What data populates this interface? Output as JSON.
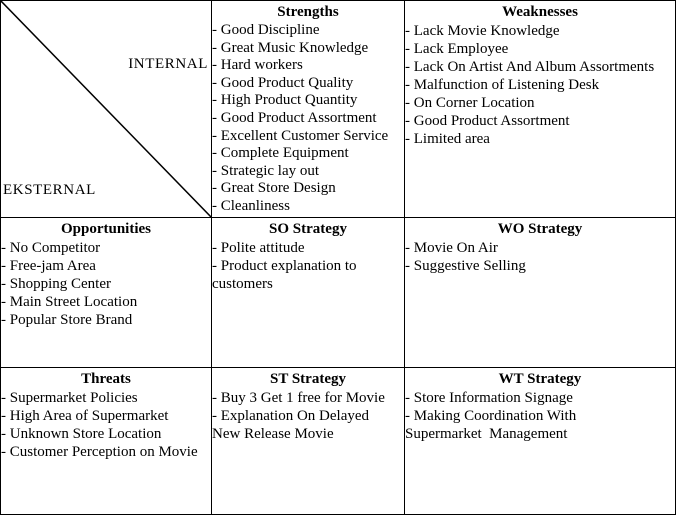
{
  "colors": {
    "border": "#000000",
    "background": "#ffffff",
    "text": "#000000"
  },
  "matrix": {
    "internal_label": "INTERNAL",
    "external_label": "EKSTERNAL",
    "strengths": {
      "title": "Strengths",
      "items": [
        "- Good Discipline",
        "- Great Music Knowledge",
        "- Hard workers",
        "- Good Product Quality",
        "- High Product Quantity",
        "- Good Product Assortment",
        "- Excellent Customer Service",
        "- Complete Equipment",
        "- Strategic lay out",
        "- Great Store Design",
        "- Cleanliness"
      ]
    },
    "weaknesses": {
      "title": "Weaknesses",
      "items": [
        "- Lack Movie Knowledge",
        "- Lack Employee",
        "- Lack On Artist And Album Assortments",
        "- Malfunction of Listening Desk",
        "- On Corner Location",
        "- Good Product Assortment",
        "- Limited area"
      ]
    },
    "opportunities": {
      "title": "Opportunities",
      "items": [
        "- No Competitor",
        "- Free-jam Area",
        "- Shopping Center",
        "- Main Street Location",
        "- Popular Store Brand"
      ]
    },
    "so_strategy": {
      "title": "SO Strategy",
      "items": [
        "- Polite attitude",
        "- Product explanation to\ncustomers"
      ]
    },
    "wo_strategy": {
      "title": "WO Strategy",
      "items": [
        "- Movie On Air",
        "- Suggestive Selling"
      ]
    },
    "threats": {
      "title": "Threats",
      "items": [
        "- Supermarket Policies",
        "- High Area of Supermarket",
        "- Unknown Store Location",
        "- Customer Perception on Movie"
      ]
    },
    "st_strategy": {
      "title": "ST Strategy",
      "items": [
        "- Buy 3 Get 1 free for Movie",
        "- Explanation On Delayed\nNew Release Movie"
      ]
    },
    "wt_strategy": {
      "title": "WT Strategy",
      "items": [
        "- Store Information Signage",
        "- Making Coordination With\nSupermarket  Management"
      ]
    }
  }
}
